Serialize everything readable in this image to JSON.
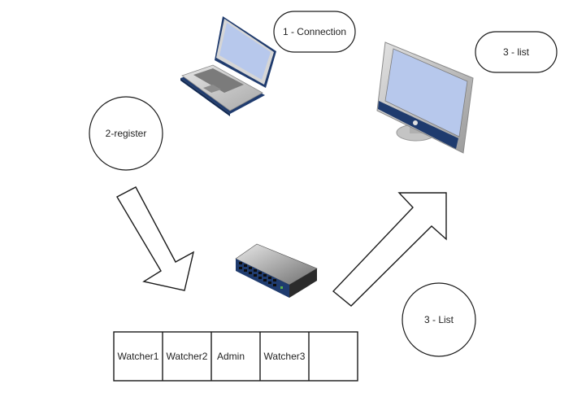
{
  "labels": {
    "connection": "1 - Connection",
    "register": "2-register",
    "list_top": "3 - list",
    "list_bottom": "3 - List"
  },
  "table": {
    "cells": [
      "Watcher1",
      "Watcher2",
      "Admin",
      "Watcher3",
      ""
    ]
  },
  "icons": {
    "laptop": "laptop-icon",
    "monitor": "monitor-icon",
    "switch": "network-switch-icon"
  },
  "colors": {
    "stroke": "#1a1a1a",
    "screen": "#b7c8ec",
    "device_navy": "#1f3b6e",
    "device_silver": "#c9c9c9"
  }
}
